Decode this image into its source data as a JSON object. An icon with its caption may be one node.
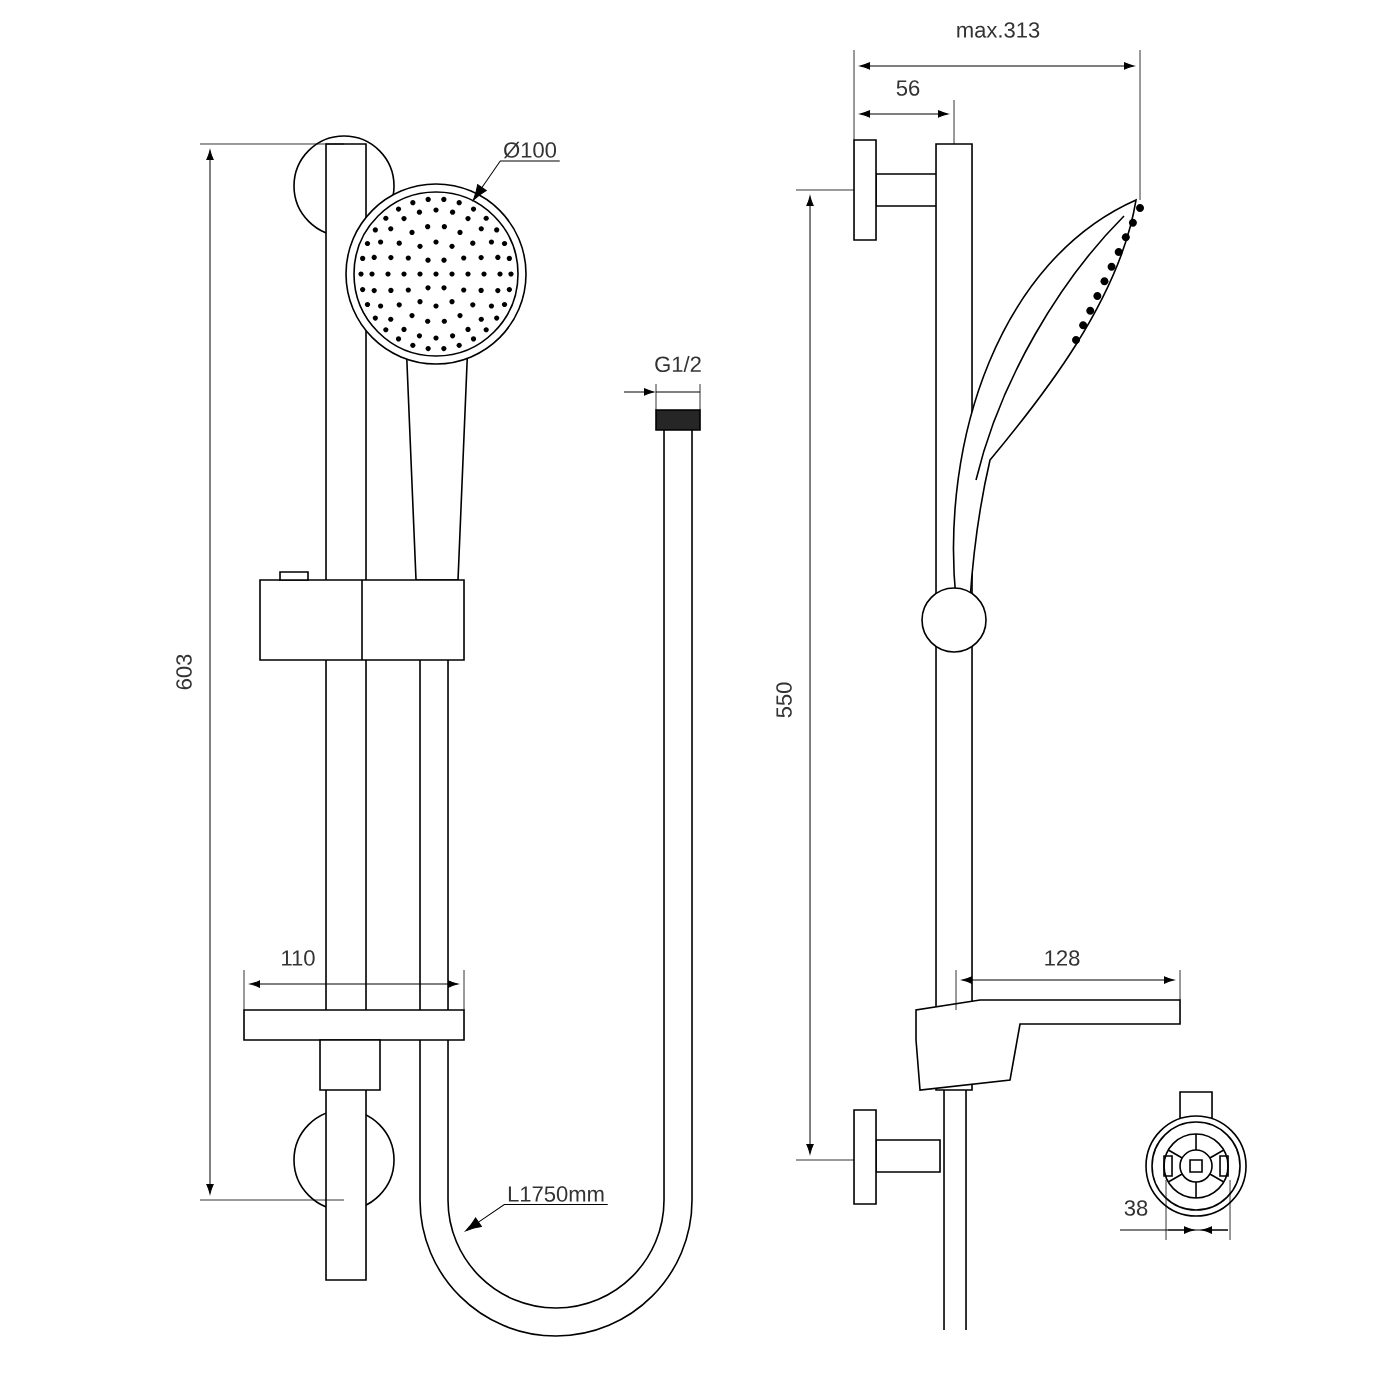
{
  "diagram": {
    "nodes": [
      {
        "text": [
          "Ø100"
        ]
      },
      {
        "text": [
          "L1750mm"
        ]
      }
    ],
    "edges": [
      {
        "from": 0,
        "to": null,
        "arrow": "to"
      },
      {
        "from": 1,
        "to": null,
        "arrow": "to"
      }
    ],
    "labels": [
      "max.313",
      "56",
      "G1/2",
      "603",
      "550",
      "110",
      "128",
      "38"
    ]
  }
}
